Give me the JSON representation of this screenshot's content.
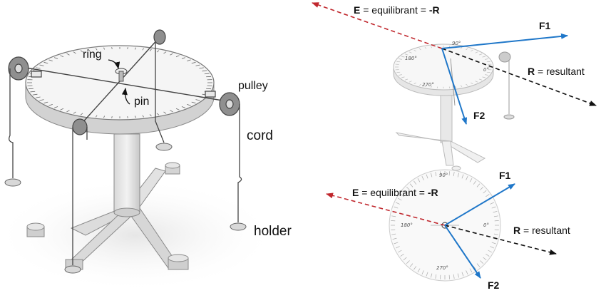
{
  "apparatus": {
    "labels": {
      "ring": "ring",
      "pin": "pin",
      "pulley": "pulley",
      "cord": "cord",
      "holder": "holder"
    }
  },
  "top_diagram": {
    "vectors": {
      "F1": {
        "label": "F1",
        "color": "#1f77c9"
      },
      "F2": {
        "label": "F2",
        "color": "#1f77c9"
      },
      "E": {
        "symbol": "E",
        "text": " = equilibrant = ",
        "neg": "-R",
        "color": "#c0272d"
      },
      "R": {
        "symbol": "R",
        "text": " = resultant",
        "color": "#111111"
      }
    },
    "dial": {
      "d90": "90°",
      "d180": "180°",
      "d270": "270°",
      "d0": "0°"
    }
  },
  "bottom_diagram": {
    "vectors": {
      "F1": {
        "label": "F1",
        "color": "#1f77c9"
      },
      "F2": {
        "label": "F2",
        "color": "#1f77c9"
      },
      "E": {
        "symbol": "E",
        "text": " = equilibrant = ",
        "neg": "-R",
        "color": "#c0272d"
      },
      "R": {
        "symbol": "R",
        "text": " = resultant",
        "color": "#111111"
      }
    },
    "dial": {
      "d90": "90°",
      "d180": "180°",
      "d270": "270°",
      "d0": "0°"
    }
  }
}
